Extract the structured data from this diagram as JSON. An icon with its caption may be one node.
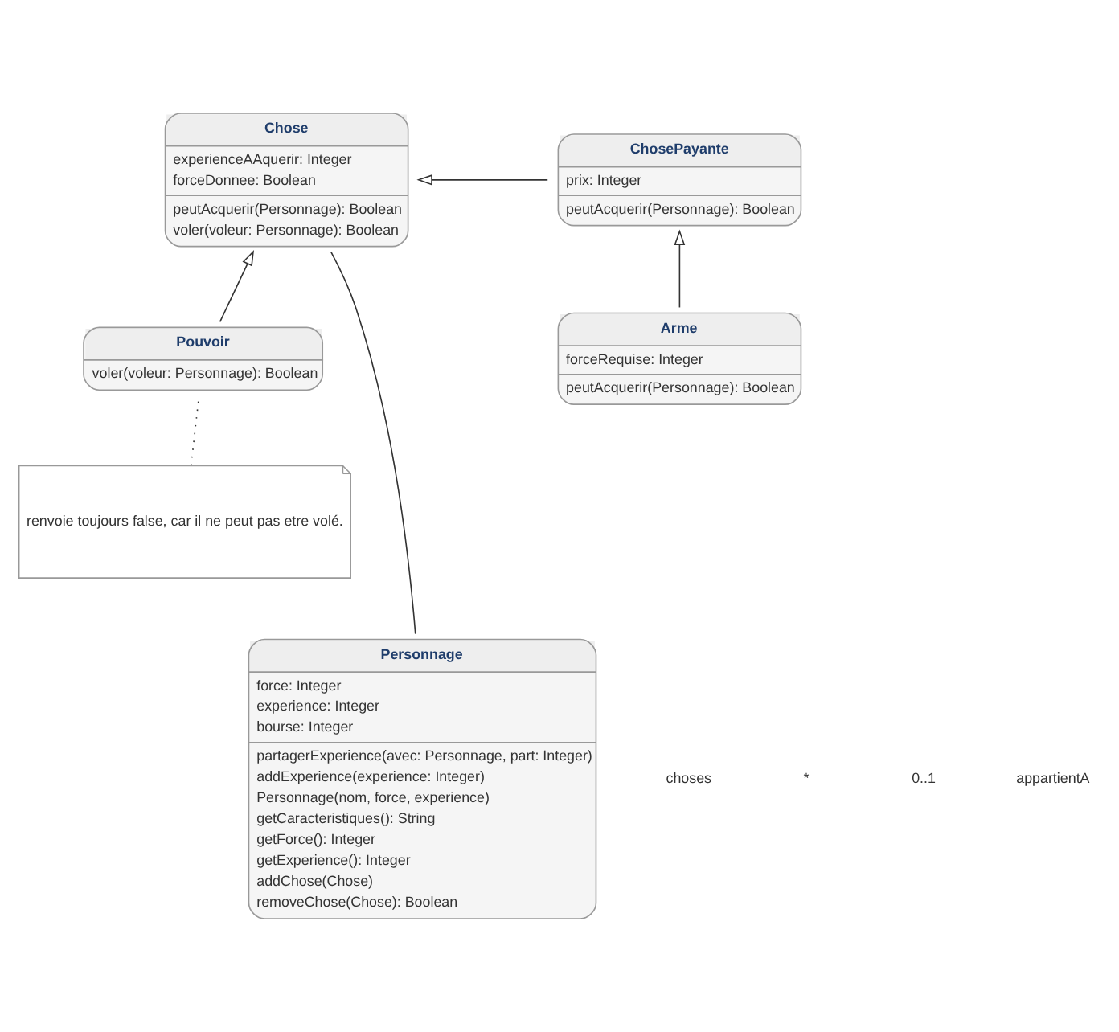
{
  "diagram": {
    "nodes": [
      {
        "text": [
          "Chose",
          "experienceAAquerir: Integer",
          "forceDonnee: Boolean",
          "peutAcquerir(Personnage): Boolean",
          "voler(voleur: Personnage): Boolean"
        ]
      },
      {
        "text": [
          "ChosePayante",
          "prix: Integer",
          "peutAcquerir(Personnage): Boolean"
        ]
      },
      {
        "text": [
          "Arme",
          "forceRequise: Integer",
          "peutAcquerir(Personnage): Boolean"
        ]
      },
      {
        "text": [
          "Pouvoir",
          "voler(voleur: Personnage): Boolean"
        ]
      },
      {
        "text": [
          "renvoie toujours false, car il ne peut pas etre volé."
        ]
      },
      {
        "text": [
          "Personnage",
          "force: Integer",
          "experience: Integer",
          "bourse: Integer",
          "partagerExperience(avec: Personnage, part: Integer)",
          "addExperience(experience: Integer)",
          "Personnage(nom, force, experience)",
          "getCaracteristiques(): String",
          "getForce(): Integer",
          "getExperience(): Integer",
          "addChose(Chose)",
          "removeChose(Chose): Boolean"
        ]
      }
    ],
    "edges": [
      {
        "from": 1,
        "to": 0,
        "arrow": "to"
      },
      {
        "from": 2,
        "to": 1,
        "arrow": "to"
      },
      {
        "from": 3,
        "to": 0,
        "arrow": "to"
      },
      {
        "from": 5,
        "to": 0,
        "arrow": "none"
      },
      {
        "from": 4,
        "to": 3,
        "arrow": "none",
        "style": "dashed"
      }
    ],
    "labels": [
      "choses",
      "*",
      "0..1",
      "appartientA"
    ]
  }
}
